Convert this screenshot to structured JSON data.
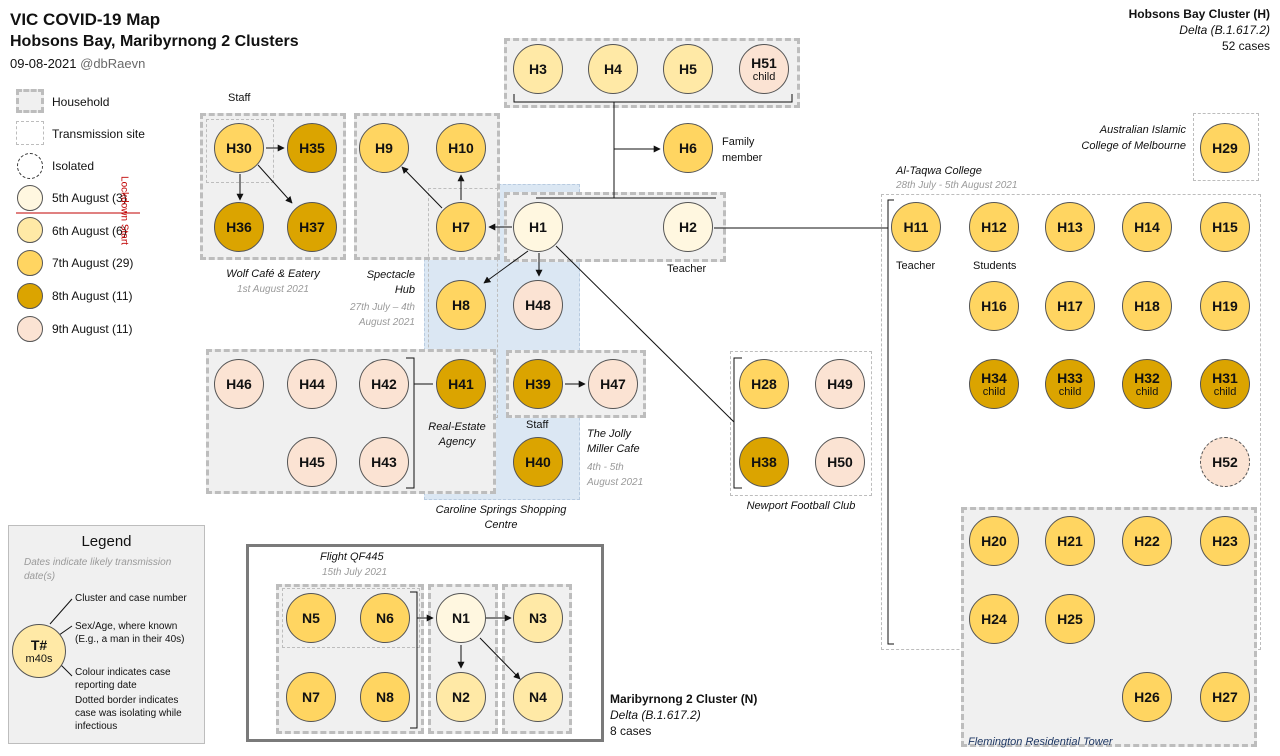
{
  "header": {
    "title": "VIC COVID-19 Map",
    "subtitle": "Hobsons Bay, Maribyrnong 2 Clusters",
    "date": "09-08-2021",
    "author": "@dbRaevn"
  },
  "cluster_h": {
    "name": "Hobsons Bay Cluster (H)",
    "variant": "Delta (B.1.617.2)",
    "cases": "52 cases"
  },
  "cluster_n": {
    "name": "Maribyrnong 2 Cluster (N)",
    "variant": "Delta (B.1.617.2)",
    "cases": "8 cases"
  },
  "key": {
    "household": "Household",
    "transmission_site": "Transmission site",
    "isolated": "Isolated",
    "aug5": "5th August (3)",
    "aug6": "6th August (6)",
    "aug7": "7th August (29)",
    "aug8": "8th August (11)",
    "aug9": "9th August (11)",
    "lockdown": "Lockdown Start"
  },
  "legend": {
    "title": "Legend",
    "dates_note": "Dates indicate likely transmission date(s)",
    "node_label": "T#",
    "node_sub": "m40s",
    "cluster_note": "Cluster and case number",
    "sexage_note": "Sex/Age, where known (E.g., a man in their 40s)",
    "colour_note": "Colour indicates case reporting date",
    "dotted_note": "Dotted border indicates case was isolating while infectious"
  },
  "sites": {
    "wolf": "Wolf Café & Eatery",
    "wolf_date": "1st August 2021",
    "spectacle": "Spectacle Hub",
    "spectacle_date": "27th July – 4th August 2021",
    "realestate": "Real-Estate Agency",
    "caroline": "Caroline Springs Shopping Centre",
    "jolly": "The Jolly Miller Cafe",
    "jolly_date": "4th - 5th August 2021",
    "newport": "Newport Football Club",
    "altaqwa": "Al-Taqwa College",
    "altaqwa_date": "28th July - 5th August 2021",
    "aicm": "Australian Islamic College of Melbourne",
    "flemington": "Flemington Residential Tower",
    "flight": "Flight QF445",
    "flight_date": "15th July 2021"
  },
  "labels": {
    "staff": "Staff",
    "staff2": "Staff",
    "family": "Family member",
    "teacher_h2": "Teacher",
    "teacher_h11": "Teacher",
    "students": "Students",
    "child": "child"
  },
  "nodes": {
    "H1": "H1",
    "H2": "H2",
    "H3": "H3",
    "H4": "H4",
    "H5": "H5",
    "H6": "H6",
    "H7": "H7",
    "H8": "H8",
    "H9": "H9",
    "H10": "H10",
    "H11": "H11",
    "H12": "H12",
    "H13": "H13",
    "H14": "H14",
    "H15": "H15",
    "H16": "H16",
    "H17": "H17",
    "H18": "H18",
    "H19": "H19",
    "H20": "H20",
    "H21": "H21",
    "H22": "H22",
    "H23": "H23",
    "H24": "H24",
    "H25": "H25",
    "H26": "H26",
    "H27": "H27",
    "H28": "H28",
    "H29": "H29",
    "H30": "H30",
    "H31": "H31",
    "H32": "H32",
    "H33": "H33",
    "H34": "H34",
    "H35": "H35",
    "H36": "H36",
    "H37": "H37",
    "H38": "H38",
    "H39": "H39",
    "H40": "H40",
    "H41": "H41",
    "H42": "H42",
    "H43": "H43",
    "H44": "H44",
    "H45": "H45",
    "H46": "H46",
    "H47": "H47",
    "H48": "H48",
    "H49": "H49",
    "H50": "H50",
    "H51": "H51",
    "H52": "H52",
    "N1": "N1",
    "N2": "N2",
    "N3": "N3",
    "N4": "N4",
    "N5": "N5",
    "N6": "N6",
    "N7": "N7",
    "N8": "N8"
  },
  "colors": {
    "aug5": "#fff7e0",
    "aug6": "#ffe9a6",
    "aug7": "#ffd561",
    "aug8": "#dba400",
    "aug9": "#fbe3d3",
    "lockdown": "#c00000",
    "transmission_blue": "#dbe7f3"
  }
}
